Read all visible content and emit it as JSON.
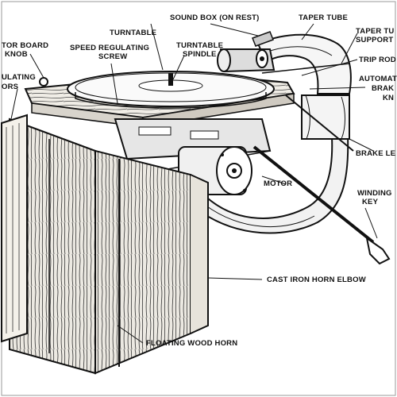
{
  "diagram": {
    "labels": {
      "sound_box": "SOUND BOX",
      "sound_box_note": "(ON REST)",
      "taper_tube": "TAPER TUBE",
      "taper_tube_support_1": "TAPER TU",
      "taper_tube_support_2": "SUPPORT",
      "turntable": "TURNTABLE",
      "turntable_spindle_1": "TURNTABLE",
      "turntable_spindle_2": "SPINDLE",
      "motor_board_knob_1": "TOR BOARD",
      "motor_board_knob_2": "KNOB",
      "speed_regulating_screw_1": "SPEED REGULATING",
      "speed_regulating_screw_2": "SCREW",
      "trip_rod": "TRIP ROD",
      "automatic_brake_knob_1": "AUTOMAT",
      "automatic_brake_knob_2": "BRAK",
      "automatic_brake_knob_3": "KN",
      "regulating_doors_1": "ULATING",
      "regulating_doors_2": "ORS",
      "brake_lever": "BRAKE LE",
      "motor": "MOTOR",
      "winding_key_1": "WINDING",
      "winding_key_2": "KEY",
      "cast_iron_horn_elbow": "CAST IRON HORN ELBOW",
      "floating_wood_horn": "FLOATING WOOD HORN"
    },
    "colors": {
      "ink": "#111111",
      "paper": "#ffffff",
      "wood": "#e9e6df"
    }
  }
}
